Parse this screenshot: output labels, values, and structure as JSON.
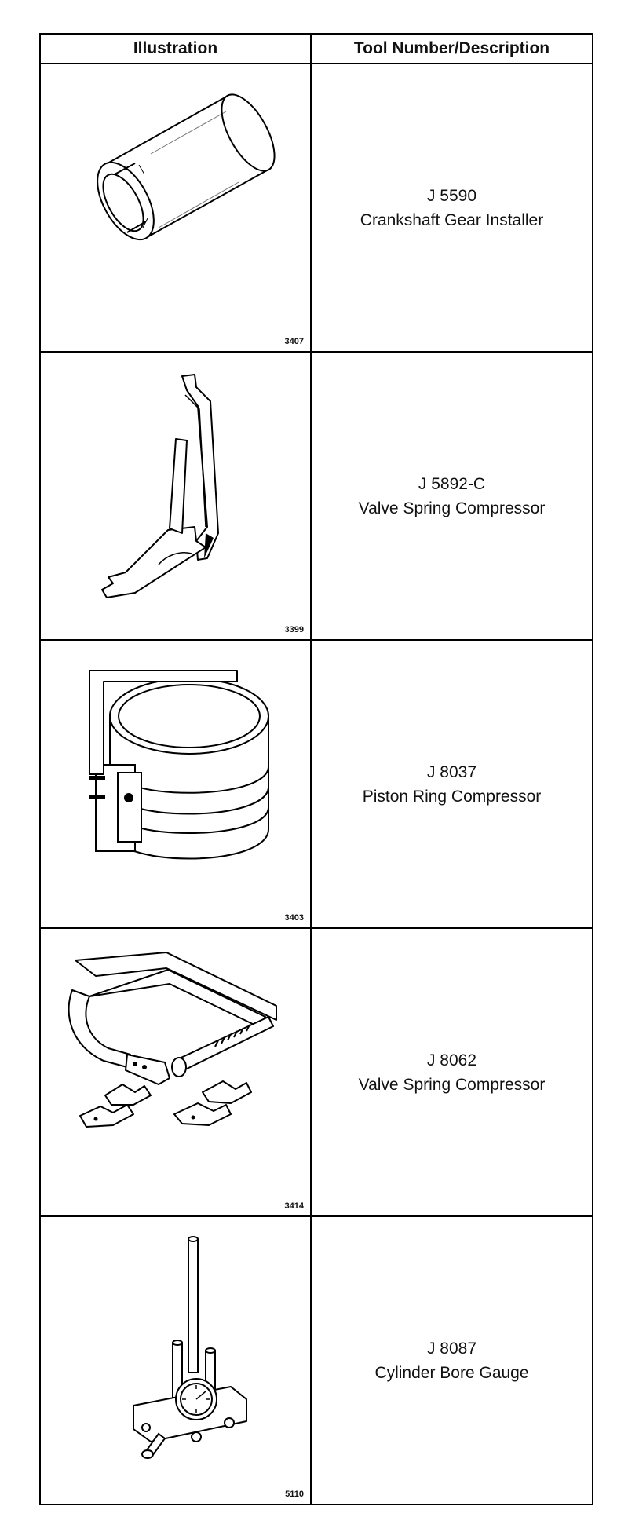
{
  "table": {
    "headers": {
      "illustration": "Illustration",
      "description": "Tool Number/Description"
    },
    "rows": [
      {
        "figure_number": "3407",
        "tool_number": "J 5590",
        "description": "Crankshaft Gear Installer",
        "icon": "crankshaft-gear-installer-icon"
      },
      {
        "figure_number": "3399",
        "tool_number": "J 5892-C",
        "description": "Valve Spring Compressor",
        "icon": "valve-spring-compressor-lever-icon"
      },
      {
        "figure_number": "3403",
        "tool_number": "J 8037",
        "description": "Piston Ring Compressor",
        "icon": "piston-ring-compressor-icon"
      },
      {
        "figure_number": "3414",
        "tool_number": "J 8062",
        "description": "Valve Spring Compressor",
        "icon": "valve-spring-compressor-clamp-icon"
      },
      {
        "figure_number": "5110",
        "tool_number": "J 8087",
        "description": "Cylinder Bore Gauge",
        "icon": "cylinder-bore-gauge-icon"
      }
    ]
  }
}
